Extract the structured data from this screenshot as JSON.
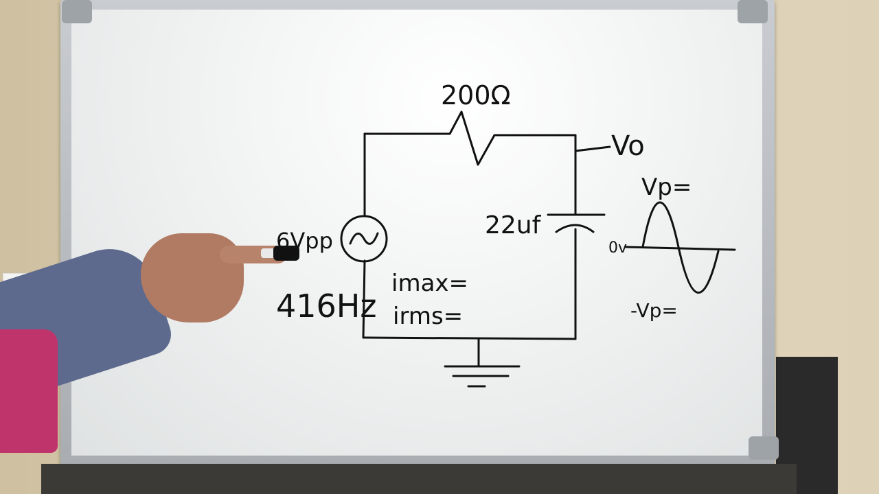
{
  "scene": {
    "resistor_label": "200Ω",
    "output_label": "Vo",
    "source_voltage_label": "6Vpp",
    "source_frequency_label": "416Hz",
    "capacitor_label": "22uf",
    "current_max_label": "imax=",
    "current_rms_label": "irms=",
    "peak_positive_label": "Vp=",
    "zero_label": "0v",
    "peak_negative_label": "-Vp="
  },
  "colors": {
    "ink": "#111111",
    "board": "#f2f4f4",
    "frame": "#b5b9be",
    "sleeve": "#5d6a8e",
    "pink_shirt": "#c0346c",
    "skin": "#b07a63"
  }
}
